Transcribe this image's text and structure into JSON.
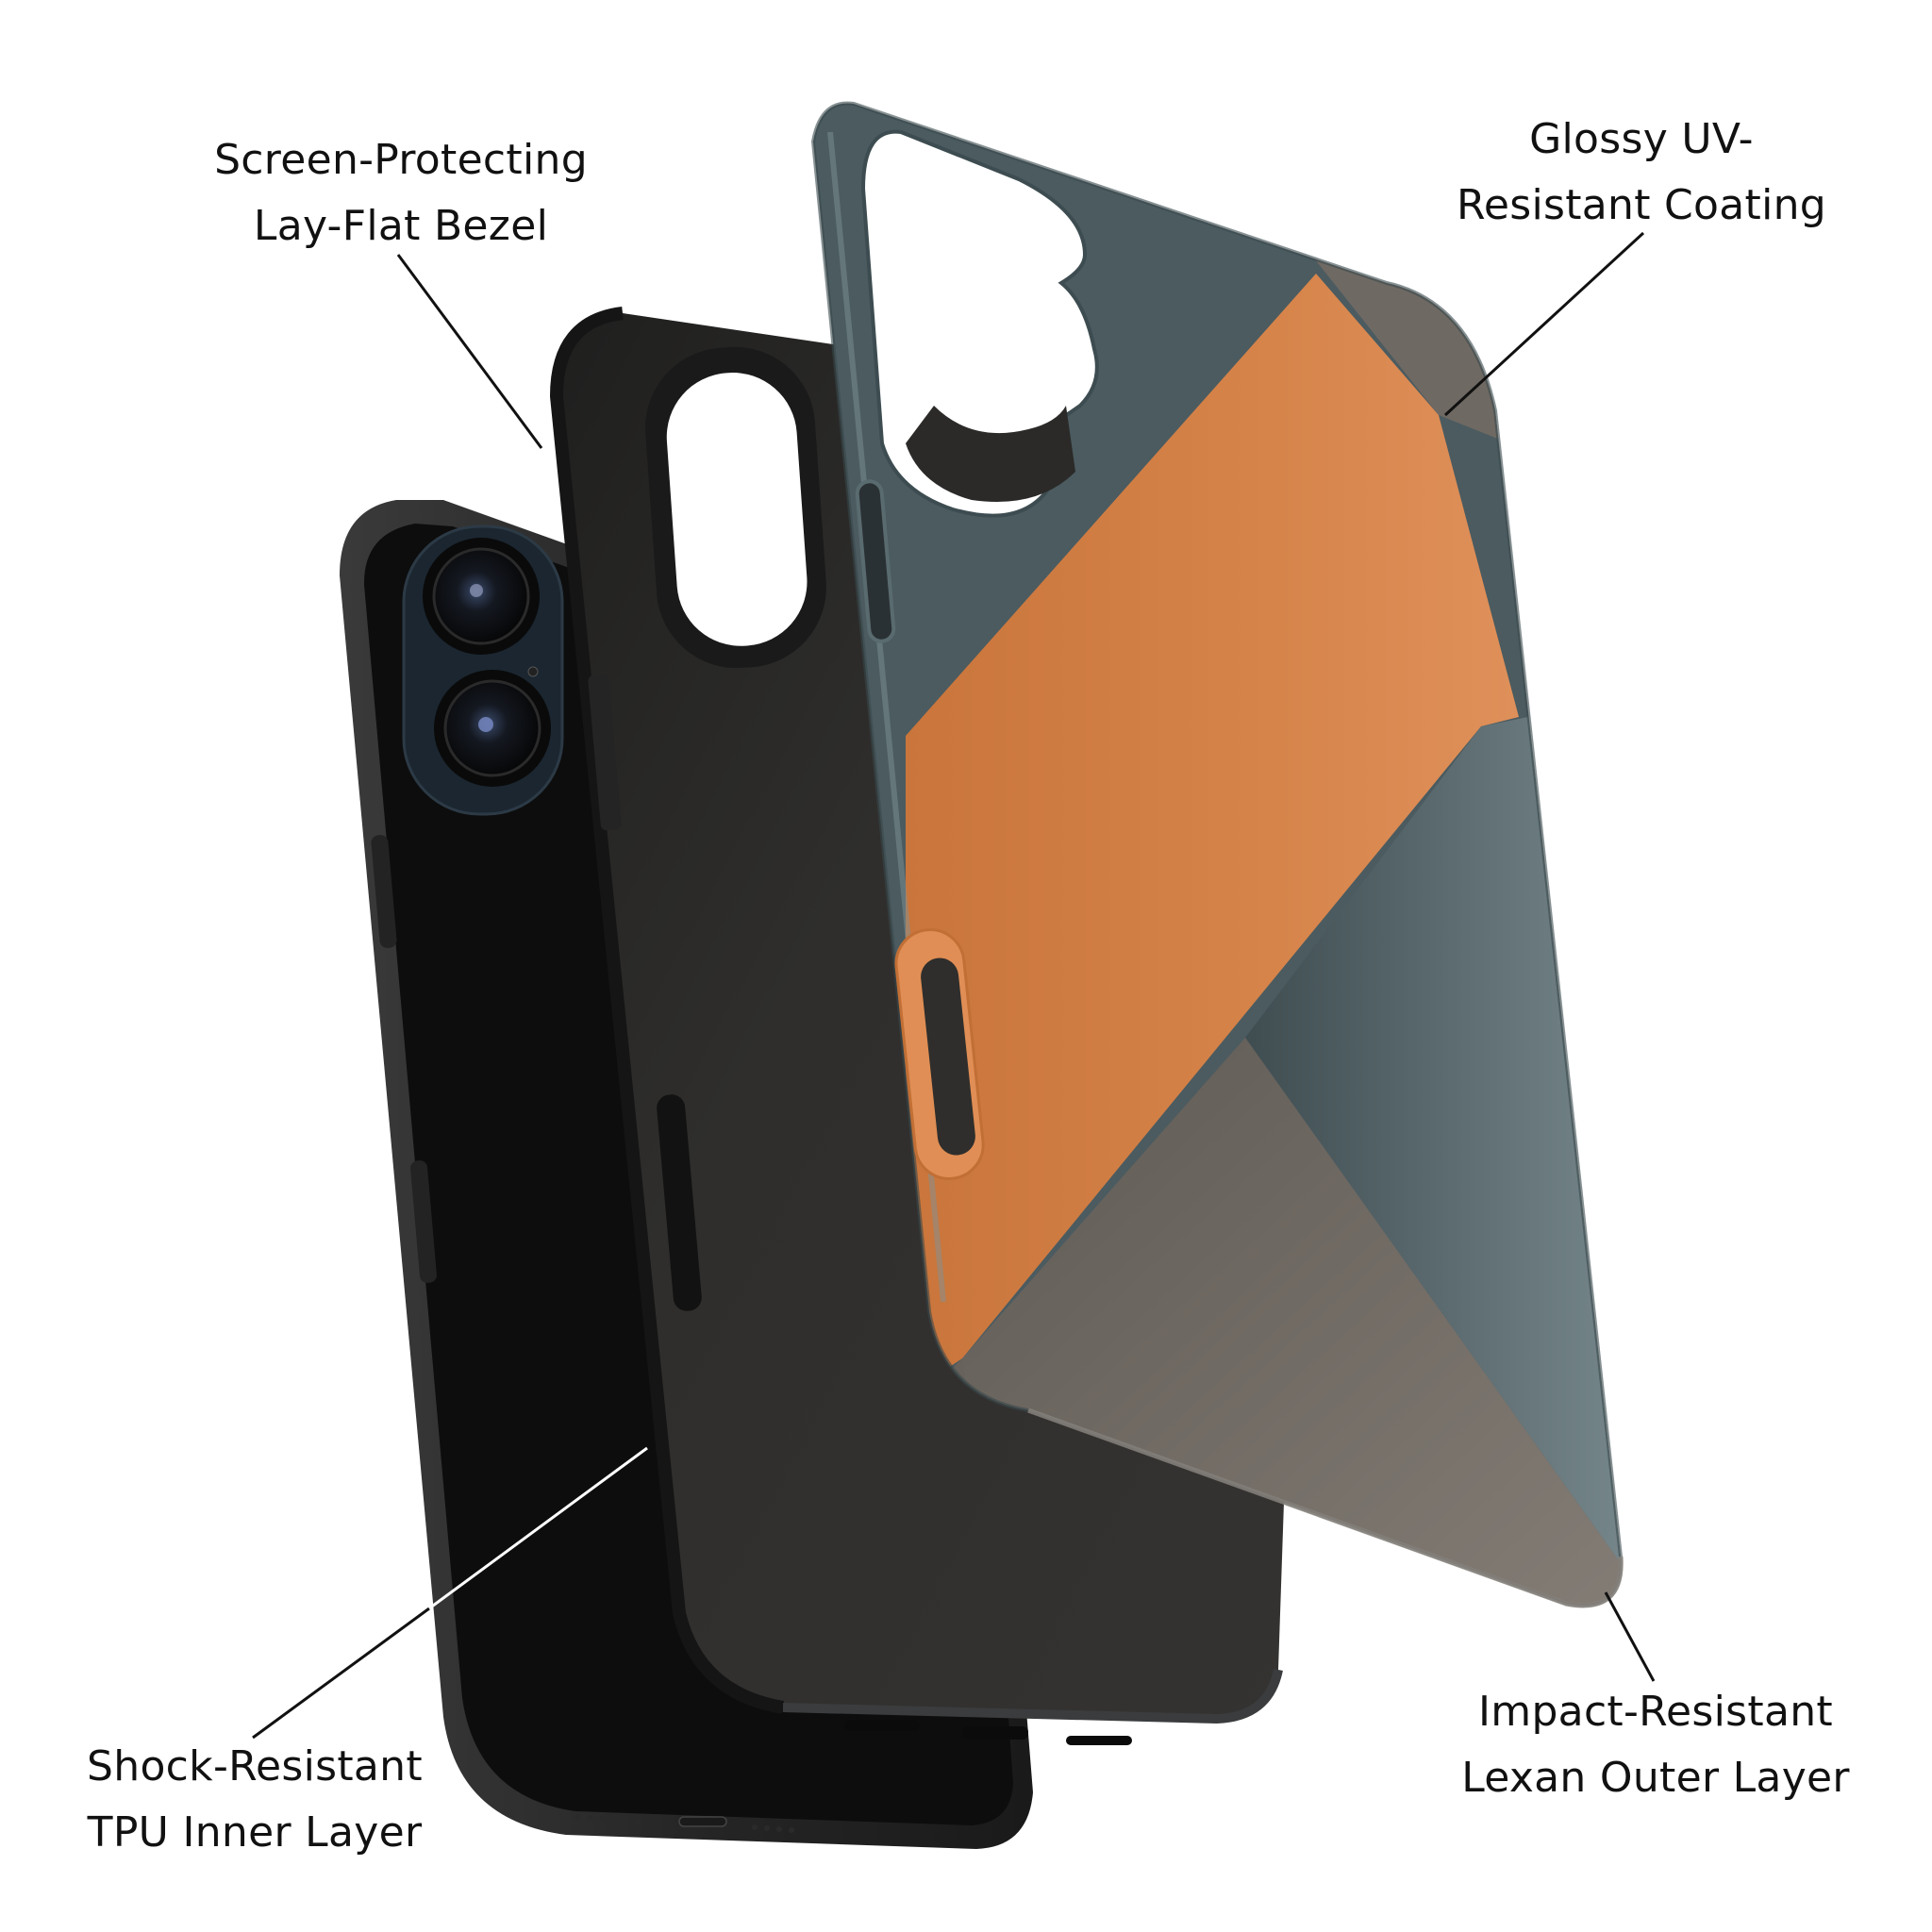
{
  "image": {
    "subject": "Exploded view of a three-layer tough phone case",
    "background_color": "#ffffff"
  },
  "callouts": {
    "top_left": {
      "line1": "Screen-Protecting",
      "line2": "Lay-Flat Bezel"
    },
    "top_right": {
      "line1": "Glossy UV-",
      "line2": "Resistant Coating"
    },
    "bottom_left": {
      "line1": "Shock-Resistant",
      "line2": "TPU Inner Layer"
    },
    "bottom_right": {
      "line1": "Impact-Resistant",
      "line2": "Lexan Outer Layer"
    }
  },
  "layers": [
    {
      "name": "phone",
      "color": "#0d0d0d",
      "frame_color": "#2a2a2a"
    },
    {
      "name": "tpu-inner-layer",
      "color": "#2e2d2b"
    },
    {
      "name": "lexan-outer-layer",
      "colors": {
        "slate": "#4b5b60",
        "orange": "#d6844a",
        "gray": "#726c66",
        "slate_light": "#6e7f83"
      }
    }
  ],
  "leader_line_color": "#111111"
}
